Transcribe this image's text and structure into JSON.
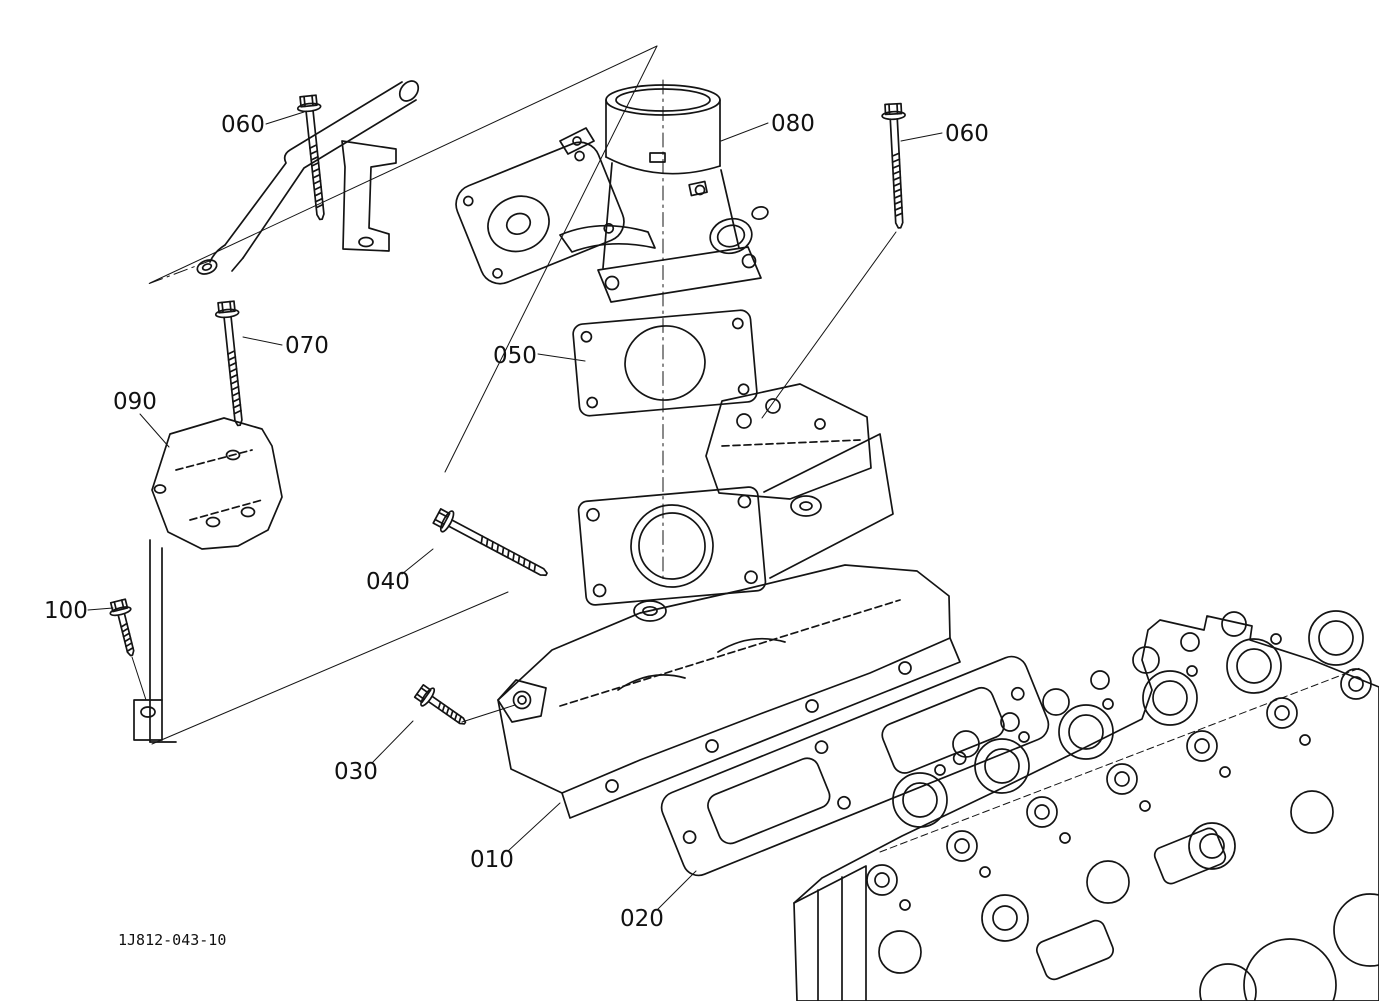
{
  "diagram": {
    "drawing_code": "1J812-043-10",
    "callouts": [
      {
        "label": "010"
      },
      {
        "label": "020"
      },
      {
        "label": "030"
      },
      {
        "label": "040"
      },
      {
        "label": "050"
      },
      {
        "label": "060"
      },
      {
        "label": "060"
      },
      {
        "label": "070"
      },
      {
        "label": "080"
      },
      {
        "label": "090"
      },
      {
        "label": "100"
      }
    ]
  },
  "colors": {
    "line": "#141414",
    "background": "#ffffff"
  }
}
